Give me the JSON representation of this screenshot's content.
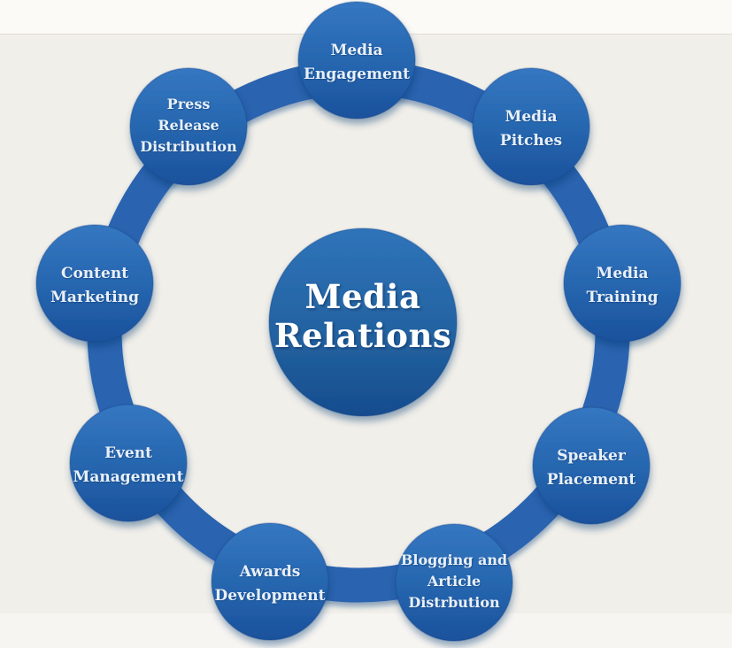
{
  "diagram": {
    "type": "hub-and-spoke-cycle",
    "center": {
      "label": "Media Relations",
      "lines": [
        "Media",
        "Relations"
      ]
    },
    "nodes": [
      {
        "label": "Media Engagement",
        "lines": [
          "Media",
          "Engagement"
        ]
      },
      {
        "label": "Media Pitches",
        "lines": [
          "Media",
          "Pitches"
        ]
      },
      {
        "label": "Media Training",
        "lines": [
          "Media",
          "Training"
        ]
      },
      {
        "label": "Speaker Placement",
        "lines": [
          "Speaker",
          "Placement"
        ]
      },
      {
        "label": "Blogging and Article Distrbution",
        "lines": [
          "Blogging and",
          "Article",
          "Distrbution"
        ]
      },
      {
        "label": "Awards Development",
        "lines": [
          "Awards",
          "Development"
        ]
      },
      {
        "label": "Event Management",
        "lines": [
          "Event",
          "Management"
        ]
      },
      {
        "label": "Content Marketing",
        "lines": [
          "Content",
          "Marketing"
        ]
      },
      {
        "label": "Press Release Distribution",
        "lines": [
          "Press",
          "Release",
          "Distribution"
        ]
      }
    ],
    "colors": {
      "ring": "#2c64af",
      "node_gradient_top": "#3577c1",
      "node_gradient_bottom": "#1b519c",
      "center_gradient_top": "#2f73b9",
      "center_gradient_bottom": "#164c8e",
      "label_text": "#e9f0f8",
      "center_text": "#ffffff",
      "background": "#f1efe9",
      "background_top_strip": "#fbfaf7",
      "background_bottom_strip": "#f7f5f1"
    }
  }
}
